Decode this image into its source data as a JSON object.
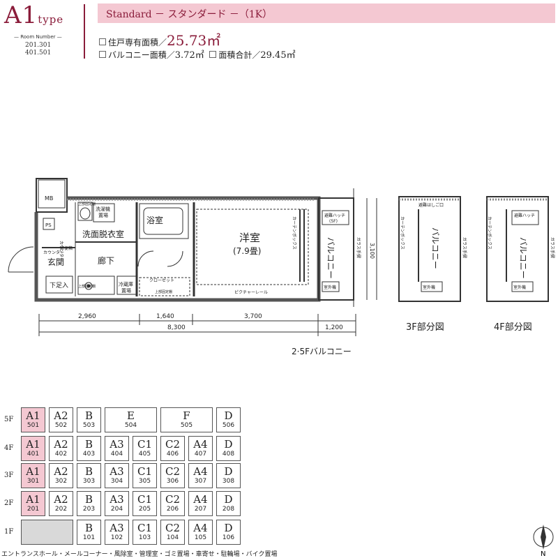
{
  "header": {
    "type_letter": "A1",
    "type_suffix": "type",
    "room_number_label": "— Room Number —",
    "rooms": [
      "201.301",
      "401.501"
    ],
    "band": "Standard － スタンダード －（1K）",
    "area_label": "住戸専有面積／",
    "area_value": "25.73㎡",
    "balcony_label": "バルコニー面積／",
    "balcony_value": "3.72㎡",
    "total_label": "面積合計／",
    "total_value": "29.45㎡"
  },
  "plan": {
    "labels": {
      "mb": "MB",
      "ps": "PS",
      "counter": "カウンター",
      "counter2": "カウンター",
      "mailbox": "郵便箱",
      "washroom": "洗面脱衣室",
      "bath": "浴室",
      "entrance": "玄関",
      "hall": "廊下",
      "shoebox": "下足入",
      "washer": "洗濯機",
      "washer2": "置場",
      "fridge": "冷蔵庫",
      "fridge2": "置場",
      "closet": "クローゼット",
      "shelf": "上部固定棚",
      "shelf2": "上部固定棚",
      "shelf3": "上部固定棚",
      "room": "洋室",
      "room_size": "(7.9畳)",
      "balcony": "バルコニー",
      "hatch": "避難ハッチ",
      "hatch_floor": "(5F)",
      "hatch_lower": "避難はしご口",
      "ac": "室外機",
      "rail": "ピクチャーレール",
      "glass": "ガラス手摺",
      "curtain": "カーテンボックス",
      "dim_v": "3,100"
    },
    "dims": {
      "d1": "2,960",
      "d2": "1,640",
      "d3": "3,700",
      "total": "8,300",
      "balc": "1,200"
    },
    "part3": "3F部分図",
    "part4": "4F部分図",
    "balcony_note": "2·5Fバルコニー"
  },
  "grid": {
    "floors": [
      "5F",
      "4F",
      "3F",
      "2F",
      "1F"
    ],
    "rows": [
      [
        {
          "t": "A1",
          "n": "501",
          "hl": true
        },
        {
          "t": "A2",
          "n": "502"
        },
        {
          "t": "B",
          "n": "503"
        },
        {
          "t": "E",
          "n": "504",
          "w": 2
        },
        {
          "t": "F",
          "n": "505",
          "w": 2
        },
        {
          "t": "D",
          "n": "506"
        }
      ],
      [
        {
          "t": "A1",
          "n": "401",
          "hl": true
        },
        {
          "t": "A2",
          "n": "402"
        },
        {
          "t": "B",
          "n": "403"
        },
        {
          "t": "A3",
          "n": "404"
        },
        {
          "t": "C1",
          "n": "405"
        },
        {
          "t": "C2",
          "n": "406"
        },
        {
          "t": "A4",
          "n": "407"
        },
        {
          "t": "D",
          "n": "408"
        }
      ],
      [
        {
          "t": "A1",
          "n": "301",
          "hl": true
        },
        {
          "t": "A2",
          "n": "302"
        },
        {
          "t": "B",
          "n": "303"
        },
        {
          "t": "A3",
          "n": "304"
        },
        {
          "t": "C1",
          "n": "305"
        },
        {
          "t": "C2",
          "n": "306"
        },
        {
          "t": "A4",
          "n": "307"
        },
        {
          "t": "D",
          "n": "308"
        }
      ],
      [
        {
          "t": "A1",
          "n": "201",
          "hl": true
        },
        {
          "t": "A2",
          "n": "202"
        },
        {
          "t": "B",
          "n": "203"
        },
        {
          "t": "A3",
          "n": "204"
        },
        {
          "t": "C1",
          "n": "205"
        },
        {
          "t": "C2",
          "n": "206"
        },
        {
          "t": "A4",
          "n": "207"
        },
        {
          "t": "D",
          "n": "208"
        }
      ],
      [
        {
          "t": "",
          "n": "",
          "w": 2,
          "gray": true
        },
        {
          "t": "B",
          "n": "101"
        },
        {
          "t": "A3",
          "n": "102"
        },
        {
          "t": "C1",
          "n": "103"
        },
        {
          "t": "C2",
          "n": "104"
        },
        {
          "t": "A4",
          "n": "105"
        },
        {
          "t": "D",
          "n": "106"
        }
      ]
    ],
    "footer": "エントランスホール・メールコーナー・風除室・管理室・ゴミ置場・車寄せ・駐輪場・バイク置場",
    "compass": "N"
  },
  "colors": {
    "accent": "#8a1c3a",
    "band": "#f4c8d2",
    "highlight": "#f4c8d2",
    "gray": "#d9d9d9"
  }
}
